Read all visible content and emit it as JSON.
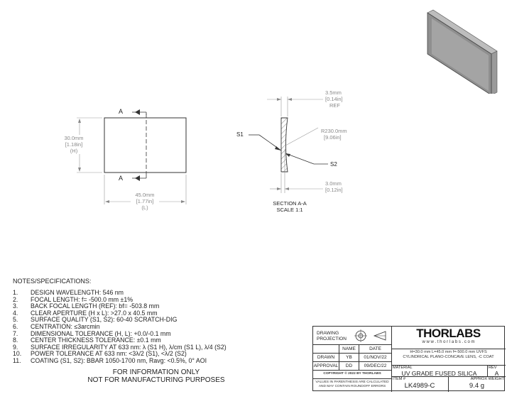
{
  "drawing": {
    "height_dim": [
      "30.0mm",
      "[1.18in]",
      "(H)"
    ],
    "length_dim": [
      "45.0mm",
      "[1.77in]",
      "(L)"
    ],
    "section_marker": "A",
    "section_view": {
      "edge_thickness": [
        "3.5mm",
        "[0.14in]",
        "REF"
      ],
      "radius": [
        "R230.0mm",
        "[9.06in]"
      ],
      "center_thickness": [
        "3.0mm",
        "[0.12in]"
      ],
      "surface_1": "S1",
      "surface_2": "S2",
      "caption": "SECTION A-A",
      "scale": "SCALE 1:1"
    }
  },
  "notes": {
    "title": "NOTES/SPECIFICATIONS:",
    "items": [
      {
        "num": "1.",
        "text": "DESIGN WAVELENGTH: 546 nm"
      },
      {
        "num": "2.",
        "text": "FOCAL LENGTH: f= -500.0 mm ±1%"
      },
      {
        "num": "3.",
        "text": "BACK FOCAL LENGTH (REF): bf= -503.8 mm"
      },
      {
        "num": "4.",
        "text": "CLEAR APERTURE (H x L): >27.0 x 40.5 mm"
      },
      {
        "num": "5.",
        "text": "SURFACE QUALITY (S1, S2): 60-40 SCRATCH-DIG"
      },
      {
        "num": "6.",
        "text": "CENTRATION: ≤3arcmin"
      },
      {
        "num": "7.",
        "text": "DIMENSIONAL TOLERANCE (H, L): +0.0/-0.1 mm"
      },
      {
        "num": "8.",
        "text": "CENTER THICKNESS TOLERANCE: ±0.1 mm"
      },
      {
        "num": "9.",
        "text": "SURFACE IRREGULARITY AT 633 nm: λ (S1 H), λ/cm (S1 L), λ/4 (S2)"
      },
      {
        "num": "10.",
        "text": "POWER TOLERANCE AT 633 nm: <3λ/2 (S1), <λ/2 (S2)"
      },
      {
        "num": "11.",
        "text": "COATING (S1, S2): BBAR 1050-1700 nm, Ravg: <0.5%, 0° AOI"
      }
    ]
  },
  "disclaimer": [
    "FOR INFORMATION ONLY",
    "NOT FOR MANUFACTURING PURPOSES"
  ],
  "title_block": {
    "projection_label": [
      "DRAWING",
      "PROJECTION"
    ],
    "col_name": "NAME",
    "col_date": "DATE",
    "drawn_label": "DRAWN",
    "drawn_name": "YB",
    "drawn_date": "01/NOV/22",
    "approval_label": "APPROVAL",
    "approval_name": "DD",
    "approval_date": "09/DEC/22",
    "copyright": "COPYRIGHT © 2022 BY THORLABS",
    "values_note": [
      "VALUES IN PARENTHESIS ARE CALCULATED",
      "AND MAY CONTAIN ROUNDOFF ERRORS"
    ],
    "logo": "THORLABS",
    "website": "w w w . t h o r l a b s . c o m",
    "description": [
      "H=30.0 mm L=45.0 mm f=-500.0 mm UVFS",
      "CYLINDRICAL PLANO-CONCAVE LENS, -C COAT"
    ],
    "material_label": "MATERIAL",
    "material": "UV GRADE FUSED SILICA",
    "rev_label": "REV",
    "rev": "A",
    "item_label": "ITEM #",
    "item": "LK4989-C",
    "weight_label": "APPROX WEIGHT",
    "weight": "9.4 g"
  },
  "colors": {
    "line": "#333333",
    "dimension": "#888888",
    "preview_fill": "#8f8f8f"
  }
}
